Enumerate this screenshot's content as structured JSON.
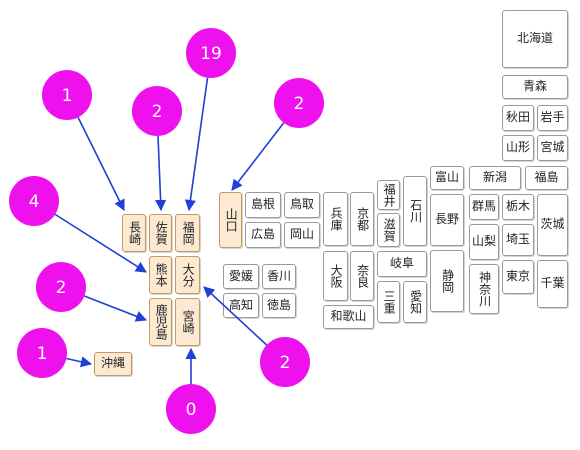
{
  "highlight_color": "#fbe9d2",
  "bubble_color": "#ee11ee",
  "arrow_color": "#1f3fd6",
  "prefectures": {
    "hokkaido": "北海道",
    "aomori": "青森",
    "akita": "秋田",
    "iwate": "岩手",
    "yamagata": "山形",
    "miyagi": "宮城",
    "fukushima": "福島",
    "niigata": "新潟",
    "toyama": "富山",
    "ishikawa": "石川",
    "fukui": "福井",
    "nagano": "長野",
    "gunma": "群馬",
    "tochigi": "栃木",
    "ibaraki": "茨城",
    "yamanashi": "山梨",
    "saitama": "埼玉",
    "tokyo": "東京",
    "chiba": "千葉",
    "kanagawa": "神奈川",
    "shizuoka": "静岡",
    "gifu": "岐阜",
    "aichi": "愛知",
    "mie": "三重",
    "shiga": "滋賀",
    "kyoto": "京都",
    "osaka": "大阪",
    "nara": "奈良",
    "wakayama": "和歌山",
    "hyogo": "兵庫",
    "tottori": "鳥取",
    "shimane": "島根",
    "okayama": "岡山",
    "hiroshima": "広島",
    "yamaguchi": "山口",
    "kagawa": "香川",
    "ehime": "愛媛",
    "tokushima": "徳島",
    "kochi": "高知",
    "fukuoka": "福岡",
    "saga": "佐賀",
    "nagasaki": "長崎",
    "kumamoto": "熊本",
    "oita": "大分",
    "miyazaki": "宮崎",
    "kagoshima": "鹿児島",
    "okinawa": "沖縄"
  },
  "counts": {
    "okinawa": "1",
    "kagoshima": "2",
    "kumamoto": "4",
    "nagasaki": "1",
    "saga": "2",
    "fukuoka": "19",
    "yamaguchi": "2",
    "oita": "2",
    "miyazaki": "0"
  }
}
